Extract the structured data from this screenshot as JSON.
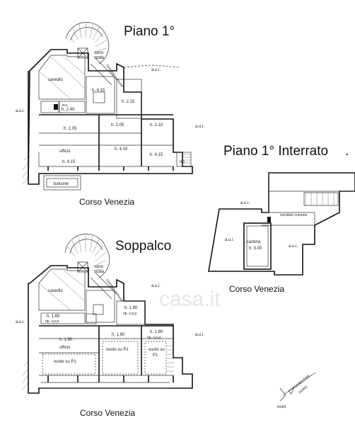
{
  "titles": {
    "piano1": "Piano 1°",
    "interrato": "Piano 1° Interrato",
    "soppalco": "Soppalco"
  },
  "streets": {
    "piano1": "Corso Venezia",
    "interrato": "Corso Venezia",
    "soppalco": "Corso Venezia"
  },
  "piano1": {
    "vano_scala": [
      "vano",
      "scala"
    ],
    "cavedio": "cavedio",
    "corridoio": "corridoio comune",
    "aui": "a.u.i.",
    "wc": "w.c.",
    "h_240": "h. 2.40",
    "h_415a": "h. 4.15",
    "h_215": "h. 2.15",
    "h_205a": "h. 2.05",
    "h_205b": "h. 2.05",
    "h_210": "h. 2.10",
    "ufficio": "ufficio",
    "h_415b": "h. 4.15",
    "h_415c": "h. 4.15",
    "h_415d": "h. 4.15",
    "rip": "rip.",
    "balcone": "balcone"
  },
  "interrato": {
    "aui": "a.u.i.",
    "corridoio": "corridoio comune",
    "cantina": "cantina",
    "h_300": "h. 3.00"
  },
  "soppalco": {
    "vano_scala": [
      "vano",
      "scala"
    ],
    "cavedio": "cavedio",
    "corridoio": "corridoio comune",
    "aui": "a.u.i.",
    "h_165": "h. 1.65",
    "rip_spp": "rip. s.p.p.",
    "h_180": "h. 1.80",
    "h_190a": "h. 1.90",
    "h_190b": "h. 1.90",
    "h_180b": "h. 1.80",
    "ufficio": "ufficio",
    "vuoto_p1": "vuoto su P1",
    "vuoto_su": "vuoto su",
    "p1": "P1"
  },
  "compass": {
    "labels": [
      "ORIENTAM.",
      "NORD"
    ],
    "nord": "nord"
  },
  "watermark": "casa.it"
}
